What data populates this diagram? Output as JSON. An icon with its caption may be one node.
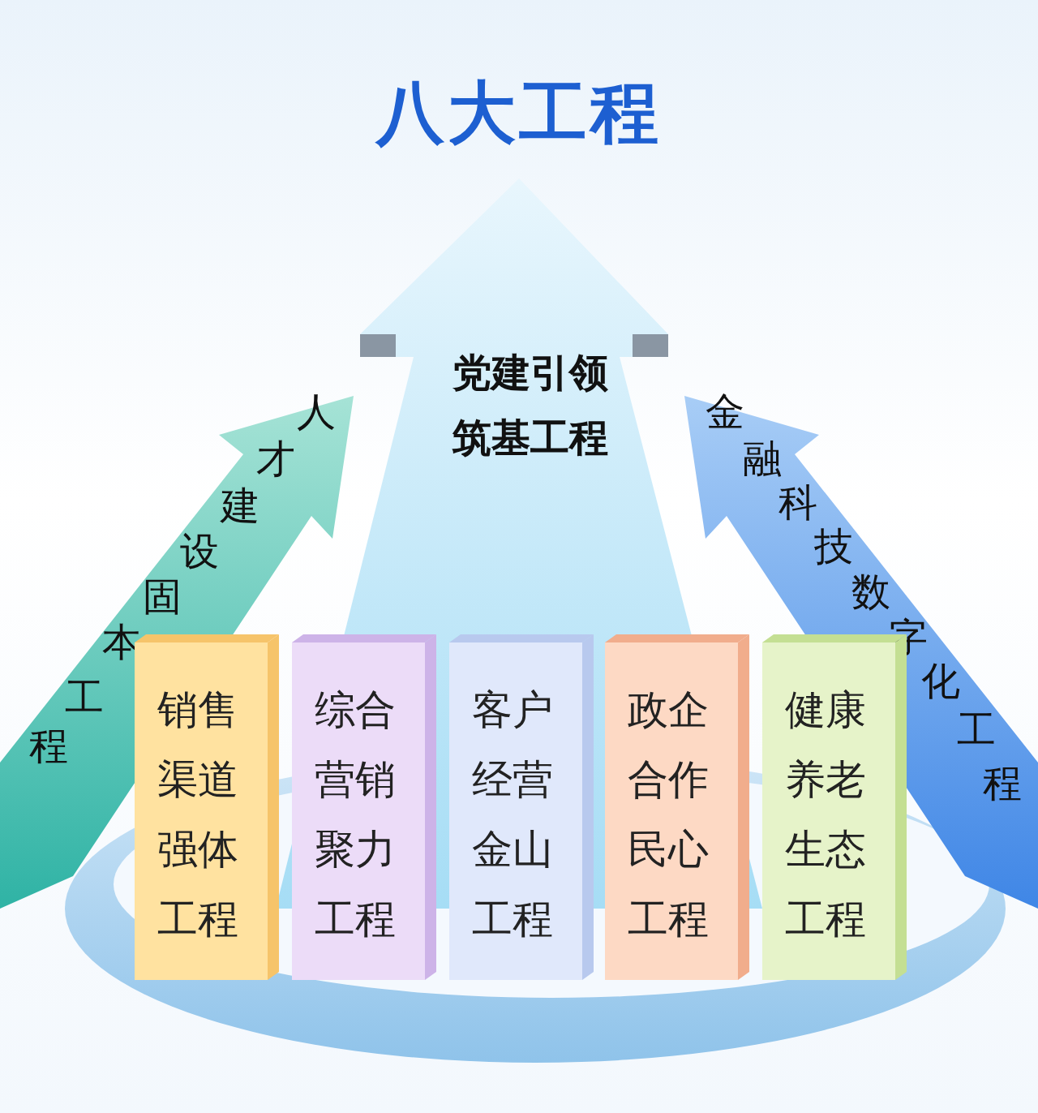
{
  "diagram": {
    "title": "八大工程",
    "nodes": [
      {
        "text": [
          "党建引领筑基工程"
        ]
      },
      {
        "text": [
          "人才建设固本工程"
        ]
      },
      {
        "text": [
          "金融科技数字化工程"
        ]
      },
      {
        "text": [
          "销售渠道强体工程"
        ]
      },
      {
        "text": [
          "综合营销聚力工程"
        ]
      },
      {
        "text": [
          "客户经营金山工程"
        ]
      },
      {
        "text": [
          "政企合作民心工程"
        ]
      },
      {
        "text": [
          "健康养老生态工程"
        ]
      }
    ]
  }
}
